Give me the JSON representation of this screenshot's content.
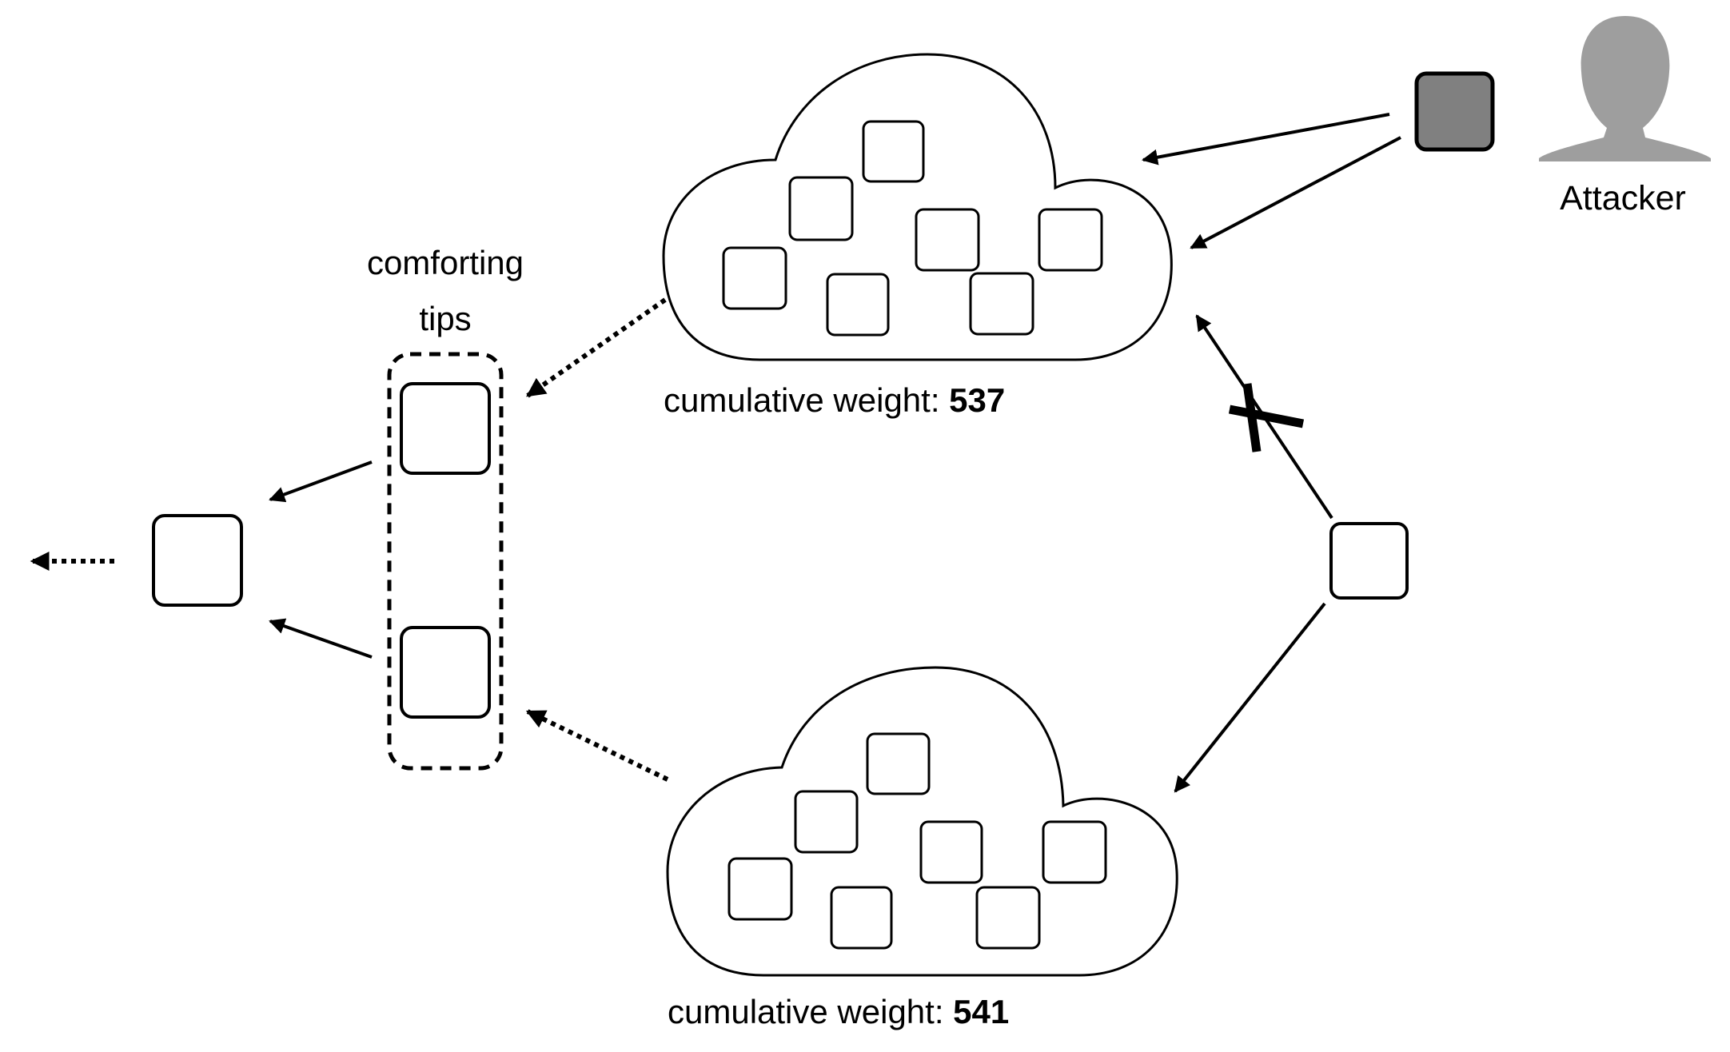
{
  "labels": {
    "comforting_tips_line1": "comforting",
    "comforting_tips_line2": "tips",
    "attacker": "Attacker",
    "weight_prefix": "cumulative weight:"
  },
  "upper_cloud": {
    "cumulative_weight": "537",
    "transactions": 7
  },
  "lower_cloud": {
    "cumulative_weight": "541",
    "transactions": 7
  },
  "colors": {
    "stroke": "#000000",
    "attacker_block": "#808080",
    "attacker_silhouette": "#9e9e9e",
    "background": "#ffffff"
  },
  "icons": [
    "person-silhouette-icon",
    "blocked-edge-cross-icon"
  ]
}
